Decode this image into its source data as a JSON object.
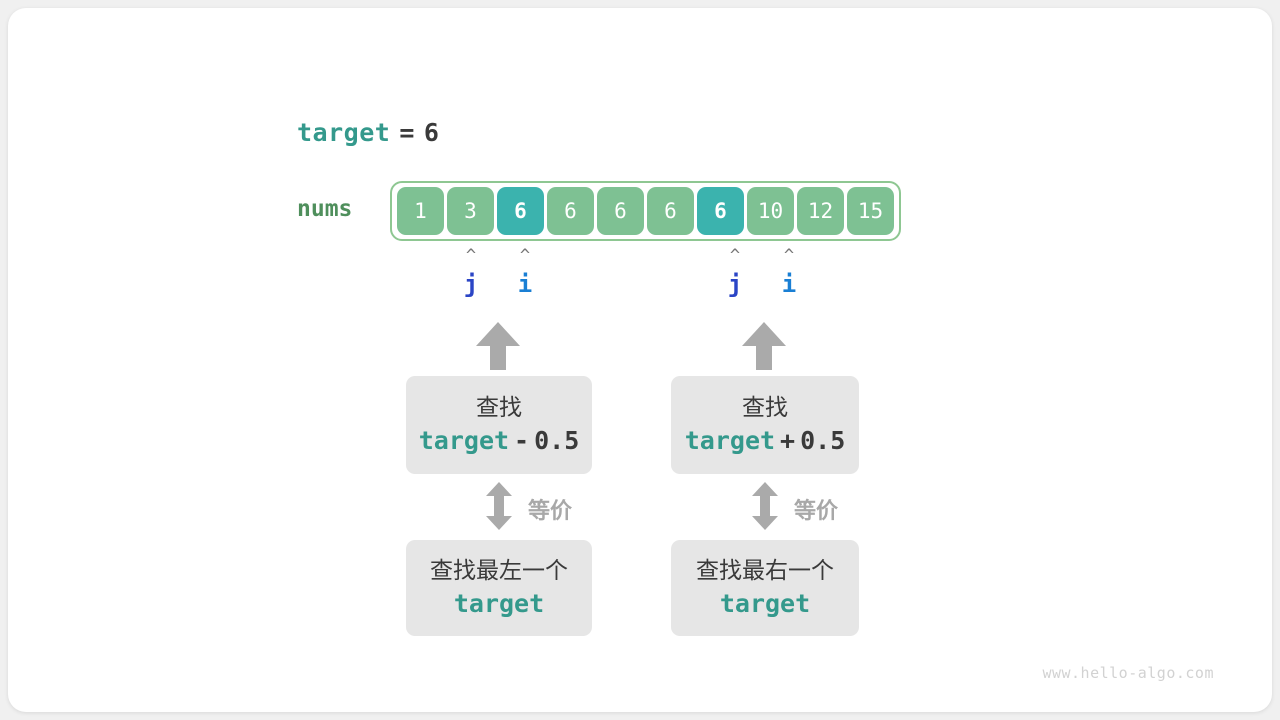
{
  "figure": {
    "watermark": "www.hello-algo.com"
  },
  "target_line": {
    "name": "target",
    "equals": "=",
    "value": "6"
  },
  "array": {
    "label": "nums",
    "values": [
      "1",
      "3",
      "6",
      "6",
      "6",
      "6",
      "6",
      "10",
      "12",
      "15"
    ],
    "highlighted_indices": [
      2,
      6
    ],
    "colors": {
      "cell": "#7ec193",
      "cell_highlight": "#3bb3ae",
      "frame_border": "#8ec792",
      "label": "#4f8f5c"
    }
  },
  "pointers": [
    {
      "caret": "^",
      "name": "j",
      "index": 1,
      "color": "#2b45c6"
    },
    {
      "caret": "^",
      "name": "i",
      "index": 2,
      "color": "#1a7fd4"
    },
    {
      "caret": "^",
      "name": "j",
      "index": 6,
      "color": "#2b45c6"
    },
    {
      "caret": "^",
      "name": "i",
      "index": 7,
      "color": "#1a7fd4"
    }
  ],
  "columns": [
    {
      "top_box": {
        "line1": "查找",
        "term": "target",
        "operator": "-",
        "operand": "0.5"
      },
      "equivalence_label": "等价",
      "bottom_box": {
        "line1": "查找最左一个",
        "term": "target"
      }
    },
    {
      "top_box": {
        "line1": "查找",
        "term": "target",
        "operator": "+",
        "operand": "0.5"
      },
      "equivalence_label": "等价",
      "bottom_box": {
        "line1": "查找最右一个",
        "term": "target"
      }
    }
  ],
  "theme": {
    "accent_teal": "#34998c",
    "arrow_gray": "#aaaaaa",
    "box_gray": "#e6e6e6",
    "text_dark": "#3a3a3a",
    "background": "#f0f0f0",
    "card": "#ffffff"
  }
}
